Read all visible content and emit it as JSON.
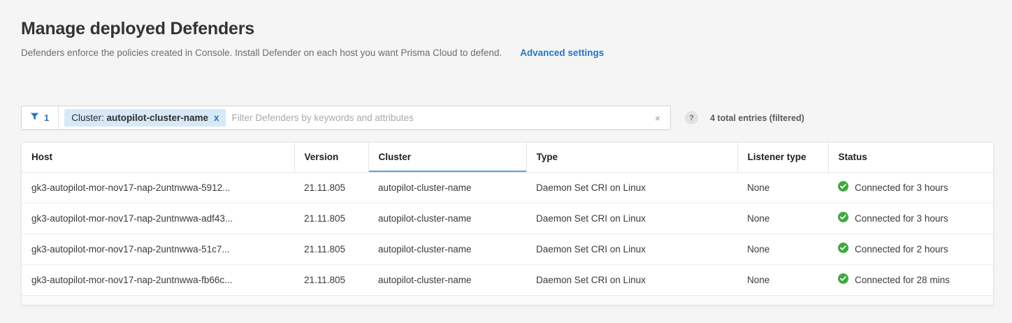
{
  "header": {
    "title": "Manage deployed Defenders",
    "subtitle": "Defenders enforce the policies created in Console. Install Defender on each host you want Prisma Cloud to defend.",
    "advanced_link": "Advanced settings"
  },
  "filterbar": {
    "filter_icon": "funnel-icon",
    "active_filter_count": "1",
    "chip": {
      "key": "Cluster:",
      "value": "autopilot-cluster-name",
      "remove_label": "x"
    },
    "search_placeholder": "Filter Defenders by keywords and attributes",
    "search_value": "",
    "clear_label": "×",
    "help_label": "?",
    "entries_text": "4 total entries (filtered)"
  },
  "table": {
    "columns": [
      {
        "key": "host",
        "label": "Host",
        "sorted": false
      },
      {
        "key": "version",
        "label": "Version",
        "sorted": false
      },
      {
        "key": "cluster",
        "label": "Cluster",
        "sorted": true
      },
      {
        "key": "type",
        "label": "Type",
        "sorted": false
      },
      {
        "key": "listener",
        "label": "Listener type",
        "sorted": false
      },
      {
        "key": "status",
        "label": "Status",
        "sorted": false
      }
    ],
    "rows": [
      {
        "host": "gk3-autopilot-mor-nov17-nap-2untnwwa-5912...",
        "version": "21.11.805",
        "cluster": "autopilot-cluster-name",
        "type": "Daemon Set CRI on Linux",
        "listener": "None",
        "status": "Connected for 3 hours",
        "status_icon": "check-circle-icon"
      },
      {
        "host": "gk3-autopilot-mor-nov17-nap-2untnwwa-adf43...",
        "version": "21.11.805",
        "cluster": "autopilot-cluster-name",
        "type": "Daemon Set CRI on Linux",
        "listener": "None",
        "status": "Connected for 3 hours",
        "status_icon": "check-circle-icon"
      },
      {
        "host": "gk3-autopilot-mor-nov17-nap-2untnwwa-51c7...",
        "version": "21.11.805",
        "cluster": "autopilot-cluster-name",
        "type": "Daemon Set CRI on Linux",
        "listener": "None",
        "status": "Connected for 2 hours",
        "status_icon": "check-circle-icon"
      },
      {
        "host": "gk3-autopilot-mor-nov17-nap-2untnwwa-fb66c...",
        "version": "21.11.805",
        "cluster": "autopilot-cluster-name",
        "type": "Daemon Set CRI on Linux",
        "listener": "None",
        "status": "Connected for 28 mins",
        "status_icon": "check-circle-icon"
      }
    ]
  },
  "colors": {
    "accent_blue": "#2476c4",
    "chip_bg": "#d7e8f8",
    "status_green": "#3eaa3e",
    "page_bg": "#f5f5f5",
    "sorted_underline": "#5ba3dc"
  }
}
